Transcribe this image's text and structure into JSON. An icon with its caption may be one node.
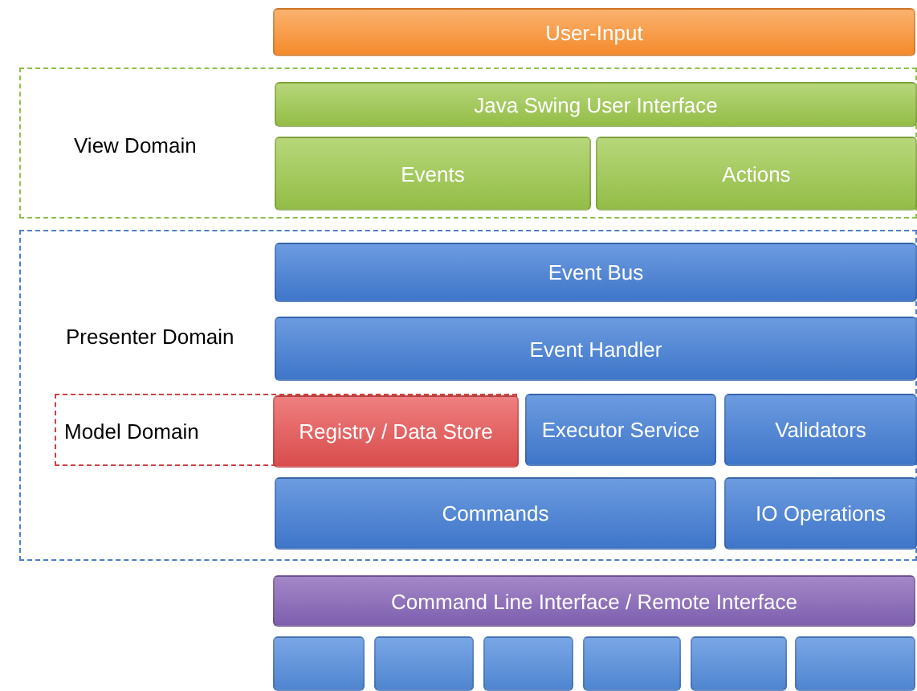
{
  "diagram": {
    "nodes": [
      {
        "text": [
          "User-Input"
        ]
      },
      {
        "text": [
          "View Domain"
        ]
      },
      {
        "text": [
          "Java Swing User Interface"
        ],
        "in": 1
      },
      {
        "text": [
          "Events"
        ],
        "in": 1
      },
      {
        "text": [
          "Actions"
        ],
        "in": 1
      },
      {
        "text": [
          "Presenter Domain"
        ]
      },
      {
        "text": [
          "Event Bus"
        ],
        "in": 5
      },
      {
        "text": [
          "Event Handler"
        ],
        "in": 5
      },
      {
        "text": [
          "Model Domain"
        ],
        "in": 5
      },
      {
        "text": [
          "Registry / Data Store"
        ],
        "in": 8
      },
      {
        "text": [
          "Executor Service"
        ],
        "in": 5
      },
      {
        "text": [
          "Validators"
        ],
        "in": 5
      },
      {
        "text": [
          "Commands"
        ],
        "in": 5
      },
      {
        "text": [
          "IO Operations"
        ],
        "in": 5
      },
      {
        "text": [
          "Command Line Interface / Remote Interface"
        ]
      },
      {
        "text": [],
        "shape": "box"
      },
      {
        "text": [],
        "shape": "box"
      },
      {
        "text": [],
        "shape": "box"
      },
      {
        "text": [],
        "shape": "box"
      },
      {
        "text": [],
        "shape": "box"
      },
      {
        "text": [],
        "shape": "box"
      }
    ],
    "edges": []
  }
}
